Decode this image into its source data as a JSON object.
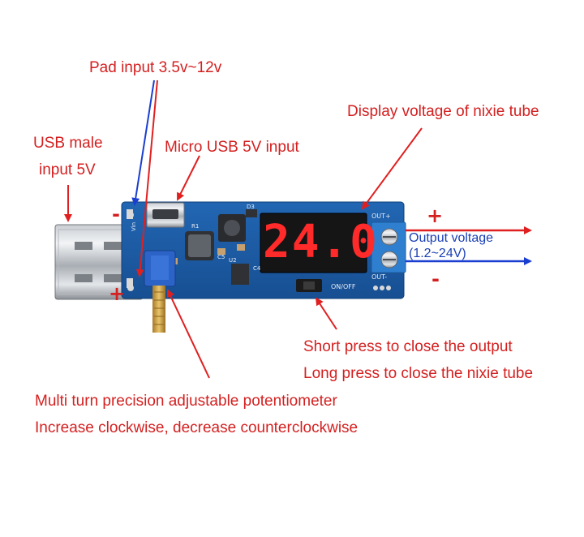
{
  "labels": {
    "pad_input": "Pad input 3.5v~12v",
    "display_voltage": "Display voltage of nixie tube",
    "usb_male_line1": "USB male",
    "usb_male_line2": "input 5V",
    "micro_usb": "Micro USB 5V input",
    "output_voltage_line1": "Output voltage",
    "output_voltage_line2": "(1.2~24V)",
    "short_press": "Short press to close the output",
    "long_press": "Long press to close the nixie tube",
    "pot_line1": "Multi turn precision adjustable potentiometer",
    "pot_line2": "Increase clockwise, decrease counterclockwise"
  },
  "signs": {
    "input_minus": "-",
    "input_plus": "+",
    "output_plus": "+",
    "output_minus": "-"
  },
  "board": {
    "display_value": "24.0",
    "silk_out_plus": "OUT+",
    "silk_out_minus": "OUT-",
    "silk_on_off": "ON/OFF",
    "silk_vin": "Vin",
    "silk_d3": "D3",
    "silk_c5": "C5",
    "silk_u2": "U2",
    "silk_c4": "C4",
    "silk_r1": "R1"
  },
  "colors": {
    "annotation_text": "#d42020",
    "arrow_red": "#e02020",
    "arrow_blue": "#1a3fd0",
    "pcb_blue": "#1d5fa8",
    "terminal_blue": "#2f7fd0",
    "display_digits": "#ff2a2a"
  },
  "icons": {
    "output_positive_arrow": "arrow-right-red-icon",
    "output_negative_arrow": "arrow-right-blue-icon"
  }
}
